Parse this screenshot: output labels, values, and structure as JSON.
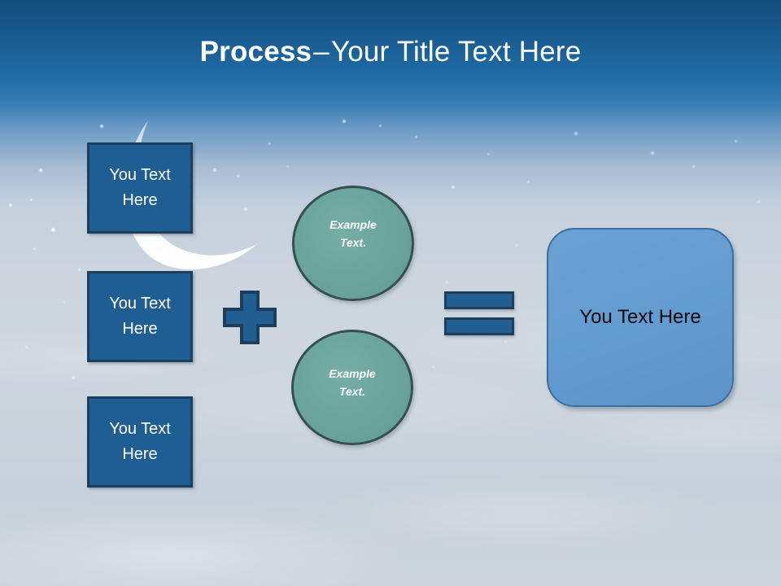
{
  "slide": {
    "title": {
      "strong": "Process",
      "separator": "–",
      "light": "Your Title Text Here"
    },
    "inputs": [
      {
        "line1": "You Text",
        "line2": "Here"
      },
      {
        "line1": "You Text",
        "line2": "Here"
      },
      {
        "line1": "You Text",
        "line2": "Here"
      }
    ],
    "operators": {
      "plus": "plus-sign",
      "equals": "equals-sign"
    },
    "circles": [
      {
        "line1": "Example",
        "line2": "Text."
      },
      {
        "line1": "Example",
        "line2": "Text."
      }
    ],
    "result": {
      "label": "You Text Here"
    },
    "colors": {
      "title_band_top": "#134e7c",
      "title_band_bottom": "#3a7fb5",
      "input_box_fill": "#1f5e93",
      "input_box_border": "#1c3f5e",
      "circle_fill": "#6ba59d",
      "circle_border": "#35504f",
      "operator_fill": "#215f92",
      "operator_border": "#1c3f5e",
      "result_fill": "#639cd0",
      "result_border": "#3a6f9f",
      "sky_top": "#14527f",
      "sky_bottom": "#ccd5dd",
      "title_text": "#ffffff",
      "result_text": "#0a0a0a"
    }
  }
}
